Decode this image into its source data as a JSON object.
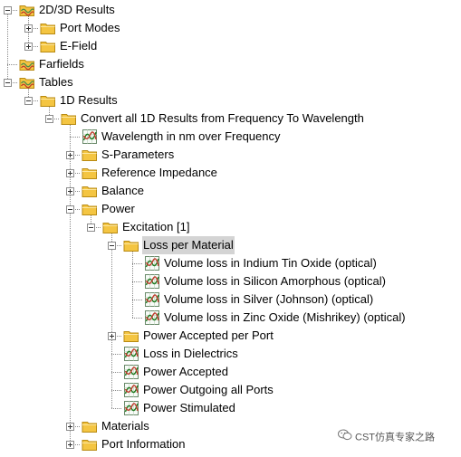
{
  "tree": {
    "nodes": [
      {
        "label": "2D/3D Results",
        "icon": "results-folder-icon",
        "expander": "minus"
      },
      {
        "label": "Port Modes",
        "icon": "folder-icon",
        "expander": "plus"
      },
      {
        "label": "E-Field",
        "icon": "folder-icon",
        "expander": "plus"
      },
      {
        "label": "Farfields",
        "icon": "results-folder-icon",
        "expander": "none"
      },
      {
        "label": "Tables",
        "icon": "results-folder-icon",
        "expander": "minus"
      },
      {
        "label": "1D Results",
        "icon": "folder-icon",
        "expander": "minus"
      },
      {
        "label": "Convert all 1D Results from Frequency To Wavelength",
        "icon": "folder-icon",
        "expander": "minus"
      },
      {
        "label": "Wavelength in nm over Frequency",
        "icon": "curve-plot-icon",
        "expander": "none"
      },
      {
        "label": "S-Parameters",
        "icon": "folder-icon",
        "expander": "plus"
      },
      {
        "label": "Reference Impedance",
        "icon": "folder-icon",
        "expander": "plus"
      },
      {
        "label": "Balance",
        "icon": "folder-icon",
        "expander": "plus"
      },
      {
        "label": "Power",
        "icon": "folder-icon",
        "expander": "minus"
      },
      {
        "label": "Excitation [1]",
        "icon": "folder-icon",
        "expander": "minus"
      },
      {
        "label": "Loss per Material",
        "icon": "folder-icon",
        "expander": "minus",
        "selected": true
      },
      {
        "label": "Volume loss in Indium Tin Oxide (optical)",
        "icon": "curve-plot-icon",
        "expander": "none"
      },
      {
        "label": "Volume loss in Silicon Amorphous (optical)",
        "icon": "curve-plot-icon",
        "expander": "none"
      },
      {
        "label": "Volume loss in Silver (Johnson) (optical)",
        "icon": "curve-plot-icon",
        "expander": "none"
      },
      {
        "label": "Volume loss in Zinc Oxide (Mishrikey) (optical)",
        "icon": "curve-plot-icon",
        "expander": "none"
      },
      {
        "label": "Power Accepted per Port",
        "icon": "folder-icon",
        "expander": "plus"
      },
      {
        "label": "Loss in Dielectrics",
        "icon": "curve-plot-icon",
        "expander": "none"
      },
      {
        "label": "Power Accepted",
        "icon": "curve-plot-icon",
        "expander": "none"
      },
      {
        "label": "Power Outgoing all Ports",
        "icon": "curve-plot-icon",
        "expander": "none"
      },
      {
        "label": "Power Stimulated",
        "icon": "curve-plot-icon",
        "expander": "none"
      },
      {
        "label": "Materials",
        "icon": "folder-icon",
        "expander": "plus"
      },
      {
        "label": "Port Information",
        "icon": "folder-icon",
        "expander": "plus"
      }
    ]
  },
  "watermark": {
    "text": "CST仿真专家之路",
    "icon": "wechat-icon"
  },
  "colors": {
    "selection": "#d4d4d4",
    "folder": "#f4c542",
    "tree_line": "#8a8a8a"
  }
}
